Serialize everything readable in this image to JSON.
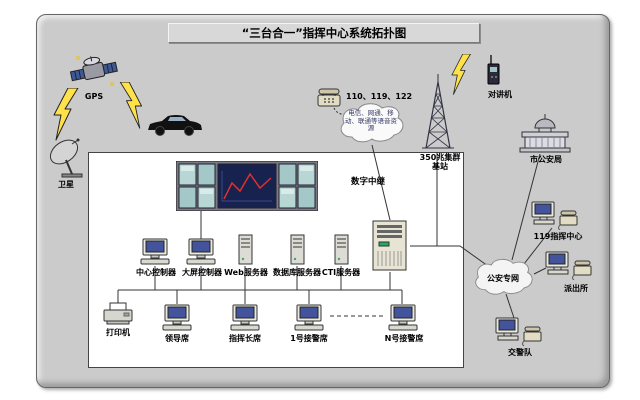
{
  "title": "“三台合一”指挥中心系统拓扑图",
  "labels": {
    "gps": "GPS",
    "satellite_dish": "卫星",
    "walkie_talkie": "对讲机",
    "trunk_numbers": "110、119、122",
    "voice_cloud": "电信、网通、移动、联通等语音资源",
    "digital_trunk": "数字中继",
    "base_station_line1": "350兆集群",
    "base_station_line2": "基站",
    "city_bureau": "市公安局",
    "fire_command_center": "119指挥中心",
    "police_network": "公安专网",
    "police_station": "派出所",
    "traffic_police": "交警队",
    "center_controller": "中心控制器",
    "screen_controller": "大屏控制器",
    "web_server": "Web服务器",
    "database_server": "数据库服务器",
    "cti_server": "CTI服务器",
    "printer": "打印机",
    "leader_seat": "领导席",
    "commander_seat": "指挥长席",
    "seat_no1": "1号接警席",
    "seat_noN": "N号接警席"
  }
}
